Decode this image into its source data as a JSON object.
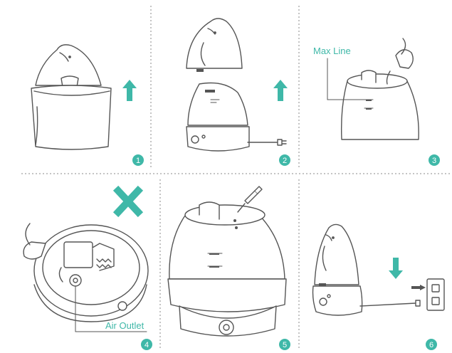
{
  "colors": {
    "accent": "#3fb8a8",
    "line": "#555555",
    "divider": "#888888",
    "background": "#ffffff"
  },
  "steps": [
    {
      "number": "1",
      "label": ""
    },
    {
      "number": "2",
      "label": ""
    },
    {
      "number": "3",
      "label": "Max Line"
    },
    {
      "number": "4",
      "label": "Air Outlet"
    },
    {
      "number": "5",
      "label": ""
    },
    {
      "number": "6",
      "label": ""
    }
  ],
  "icons": {
    "step1": "arrow-up-icon",
    "step2": "arrow-up-icon",
    "step4": "cross-icon",
    "step6": "arrow-down-icon"
  }
}
